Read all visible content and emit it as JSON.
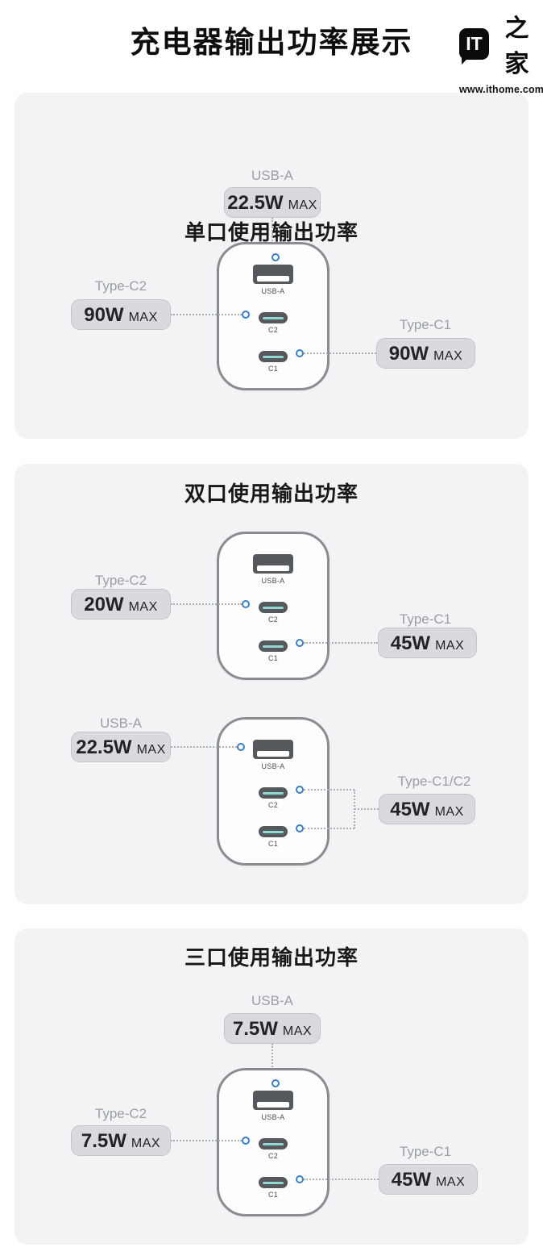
{
  "header": {
    "title": "充电器输出功率展示",
    "logo": {
      "mark": "IT",
      "wordmark": "之家",
      "url": "www.ithome.com"
    }
  },
  "charger": {
    "ports": [
      {
        "id": "usb-a",
        "label": "USB-A"
      },
      {
        "id": "c2",
        "label": "C2"
      },
      {
        "id": "c1",
        "label": "C1"
      }
    ]
  },
  "sections": [
    {
      "title": "单口使用输出功率",
      "diagrams": [
        {
          "callouts": {
            "top": {
              "label": "USB-A",
              "value": "22.5W",
              "suffix": "MAX"
            },
            "left": {
              "label": "Type-C2",
              "value": "90W",
              "suffix": "MAX"
            },
            "right": {
              "label": "Type-C1",
              "value": "90W",
              "suffix": "MAX"
            }
          }
        }
      ]
    },
    {
      "title": "双口使用输出功率",
      "diagrams": [
        {
          "callouts": {
            "left": {
              "label": "Type-C2",
              "value": "20W",
              "suffix": "MAX"
            },
            "right": {
              "label": "Type-C1",
              "value": "45W",
              "suffix": "MAX"
            }
          }
        },
        {
          "callouts": {
            "left": {
              "label": "USB-A",
              "value": "22.5W",
              "suffix": "MAX"
            },
            "right": {
              "label": "Type-C1/C2",
              "value": "45W",
              "suffix": "MAX"
            }
          }
        }
      ]
    },
    {
      "title": "三口使用输出功率",
      "diagrams": [
        {
          "callouts": {
            "top": {
              "label": "USB-A",
              "value": "7.5W",
              "suffix": "MAX"
            },
            "left": {
              "label": "Type-C2",
              "value": "7.5W",
              "suffix": "MAX"
            },
            "right": {
              "label": "Type-C1",
              "value": "45W",
              "suffix": "MAX"
            }
          }
        }
      ]
    }
  ],
  "colors": {
    "card_bg": "#F2F3F5",
    "badge_bg": "#D8DADD",
    "badge_border": "#C2C5C8",
    "label_gray": "#9B9EA3",
    "port_dark": "#55585D",
    "port_teal": "#8FD8D2",
    "dot_blue": "#3A7EC4",
    "charger_border": "#898C90"
  }
}
